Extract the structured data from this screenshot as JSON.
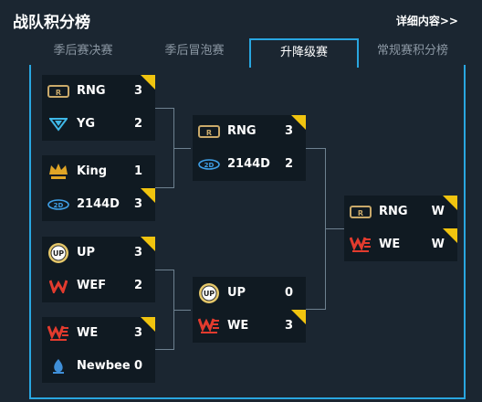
{
  "header": {
    "title": "战队积分榜",
    "more_label": "详细内容>>"
  },
  "tabs": [
    {
      "label": "季后赛决赛",
      "active": false
    },
    {
      "label": "季后冒泡赛",
      "active": false
    },
    {
      "label": "升降级赛",
      "active": true
    },
    {
      "label": "常规赛积分榜",
      "active": false
    }
  ],
  "colors": {
    "accent": "#29a6e0",
    "winner_flag": "#f1c40f",
    "card_bg": "#101a22",
    "page_bg": "#1b2631"
  },
  "bracket": {
    "round1": [
      {
        "team": "RNG",
        "score": "3",
        "winner": true,
        "logo": "rng-logo-icon"
      },
      {
        "team": "YG",
        "score": "2",
        "winner": false,
        "logo": "yg-logo-icon"
      },
      {
        "team": "King",
        "score": "1",
        "winner": false,
        "logo": "king-logo-icon"
      },
      {
        "team": "2144D",
        "score": "3",
        "winner": true,
        "logo": "2144d-logo-icon"
      },
      {
        "team": "UP",
        "score": "3",
        "winner": true,
        "logo": "up-logo-icon"
      },
      {
        "team": "WEF",
        "score": "2",
        "winner": false,
        "logo": "wef-logo-icon"
      },
      {
        "team": "WE",
        "score": "3",
        "winner": true,
        "logo": "we-logo-icon"
      },
      {
        "team": "Newbee",
        "score": "0",
        "winner": false,
        "logo": "newbee-logo-icon"
      }
    ],
    "round2": [
      {
        "team": "RNG",
        "score": "3",
        "winner": true,
        "logo": "rng-logo-icon"
      },
      {
        "team": "2144D",
        "score": "2",
        "winner": false,
        "logo": "2144d-logo-icon"
      },
      {
        "team": "UP",
        "score": "0",
        "winner": false,
        "logo": "up-logo-icon"
      },
      {
        "team": "WE",
        "score": "3",
        "winner": true,
        "logo": "we-logo-icon"
      }
    ],
    "final": [
      {
        "team": "RNG",
        "score": "W",
        "winner": true,
        "logo": "rng-logo-icon"
      },
      {
        "team": "WE",
        "score": "W",
        "winner": true,
        "logo": "we-logo-icon"
      }
    ]
  }
}
